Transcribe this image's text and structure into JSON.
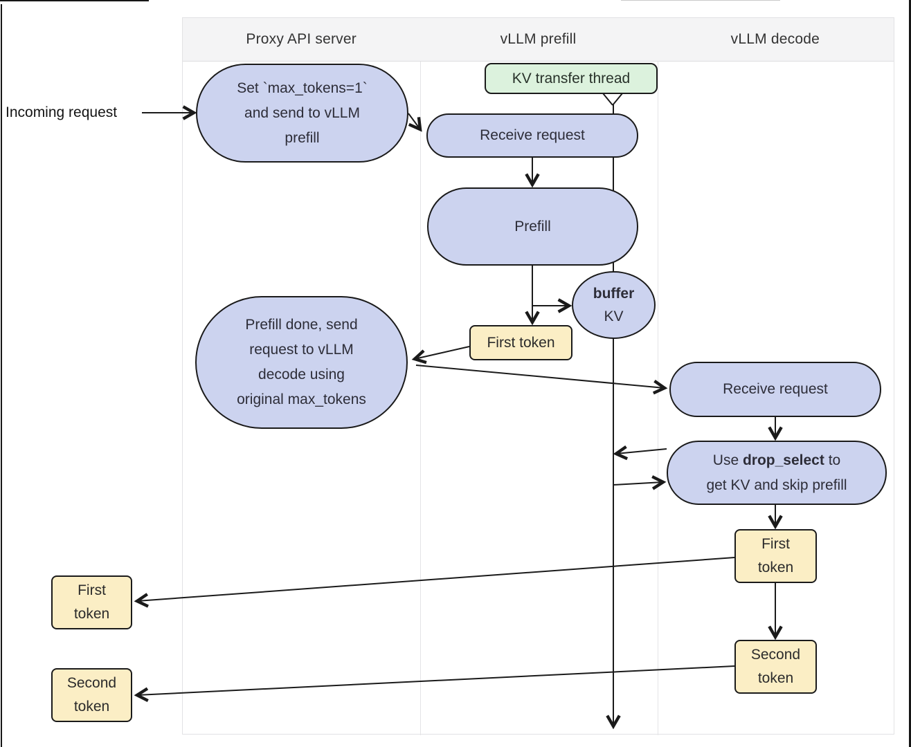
{
  "columns": [
    {
      "label": "Proxy API server"
    },
    {
      "label": "vLLM prefill"
    },
    {
      "label": "vLLM decode"
    }
  ],
  "labels": {
    "incoming_request": "Incoming request"
  },
  "nodes": {
    "set_max_tokens": {
      "lines": [
        "Set `max_tokens=1`",
        "and send to vLLM",
        "prefill"
      ]
    },
    "kv_transfer_thread": {
      "label": "KV transfer thread"
    },
    "receive_request_prefill": {
      "label": "Receive request"
    },
    "prefill": {
      "label": "Prefill"
    },
    "buffer_kv": {
      "bold": "buffer",
      "label": "KV"
    },
    "first_token_prefill": {
      "label": "First token"
    },
    "prefill_done": {
      "lines": [
        "Prefill done, send",
        "request to vLLM",
        "decode using",
        "original max_tokens"
      ]
    },
    "receive_request_decode": {
      "label": "Receive request"
    },
    "drop_select": {
      "l1a": "Use ",
      "l1b": "drop_select",
      "l1c": " to",
      "l2": "get KV and skip prefill"
    },
    "first_token_decode": {
      "lines": [
        "First",
        "token"
      ]
    },
    "second_token_decode": {
      "lines": [
        "Second",
        "token"
      ]
    },
    "first_token_out": {
      "lines": [
        "First",
        "token"
      ]
    },
    "second_token_out": {
      "lines": [
        "Second",
        "token"
      ]
    }
  },
  "colors": {
    "node_fill": "#ccd3ef",
    "token_fill": "#fbeec5",
    "thread_fill": "#dcf2dd",
    "border": "#1a1a1a",
    "line": "#1a1a1a",
    "header_bg": "#f4f4f5"
  }
}
